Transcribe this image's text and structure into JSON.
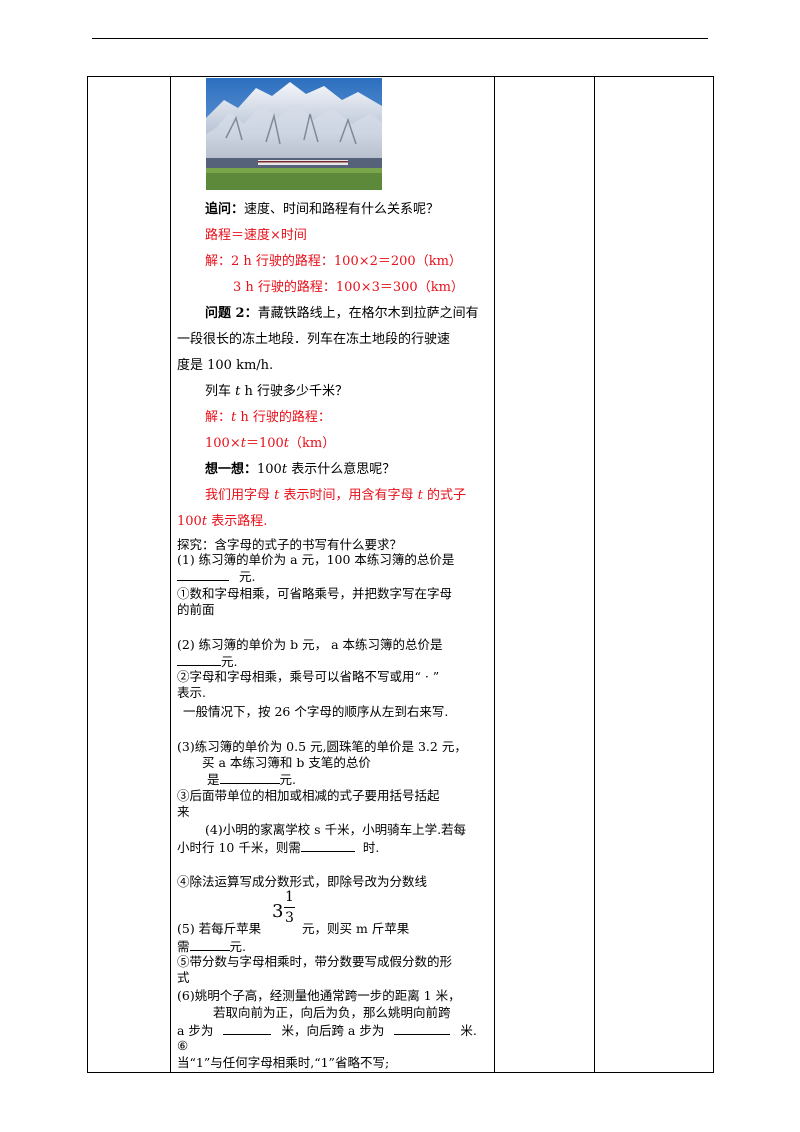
{
  "lines": {
    "l1_bold": "追问：",
    "l1_rest": "速度、时间和路程有什么关系呢？",
    "l2": "路程＝速度×时间",
    "l3": "解：2  h 行驶的路程：100×2＝200（km）",
    "l4": "3  h 行驶的路程：100×3＝300（km）",
    "l5_bold": "问题 2：",
    "l5_rest": "青藏铁路线上，在格尔木到拉萨之间有",
    "l6": "一段很长的冻土地段．列车在冻土地段的行驶速",
    "l7": "度是 100  km/h.",
    "l8_a": "列车 ",
    "l8_t": "t",
    "l8_b": "  h 行驶多少千米？",
    "l9_a": "解：",
    "l9_t": "t",
    "l9_b": "  h 行驶的路程：",
    "l10_a": "100×",
    "l10_t": "t",
    "l10_b": "＝100",
    "l10_t2": "t",
    "l10_c": "（km）",
    "l11_bold": "想一想：",
    "l11_a": "100",
    "l11_t": "t",
    "l11_b": " 表示什么意思呢？",
    "l12_a": "我们用字母 ",
    "l12_t": "t",
    "l12_b": " 表示时间，用含有字母 ",
    "l12_t2": "t",
    "l12_c": " 的式子",
    "l13_a": "100",
    "l13_t": "t",
    "l13_b": " 表示路程."
  },
  "explore": {
    "e1": "探究：含字母的式子的书写有什么要求？",
    "e2": "(1) 练习簿的单价为 a 元，100 本练习簿的总价是",
    "e3": "元.",
    "e4": "①数和字母相乘，可省略乘号，并把数字写在字母",
    "e5": "的前面",
    "e6": "(2) 练习簿的单价为 b  元，   a 本练习簿的总价是",
    "e7": "元.",
    "e8": "②字母和字母相乘，乘号可以省略不写或用“ · ”",
    "e9": "表示.",
    "e10": "一般情况下，按 26 个字母的顺序从左到右来写.",
    "e11": "(3)练习簿的单价为 0.5 元,圆珠笔的单价是 3.2 元，",
    "e12": "买 a 本练习簿和 b 支笔的总价",
    "e13": "是",
    "e13b": "元.",
    "e14": "③后面带单位的相加或相减的式子要用括号括起",
    "e15": "来",
    "e16": "(4)小明的家离学校 s 千米，小明骑车上学.若每",
    "e17": "小时行 10 千米，则需",
    "e17b": "时.",
    "e18": "④除法运算写成分数形式，即除号改为分数线",
    "frac_whole": "3",
    "frac_num": "1",
    "frac_den": "3",
    "e19a": "(5)  若每斤苹果",
    "e19b": "元，则买 m 斤苹果",
    "e20": "需",
    "e20b": "元.",
    "e21": "⑤带分数与字母相乘时，带分数要写成假分数的形",
    "e22": "式",
    "e23": "(6)姚明个子高，经测量他通常跨一步的距离 1 米，",
    "e24": "若取向前为正，向后为负，那么姚明向前跨",
    "e25a": "a 步为",
    "e25b": "米，向后跨 a 步为",
    "e25c": "米.",
    "e26": "⑥",
    "e27": "当“1”与任何字母相乘时,“1”省略不写;"
  }
}
